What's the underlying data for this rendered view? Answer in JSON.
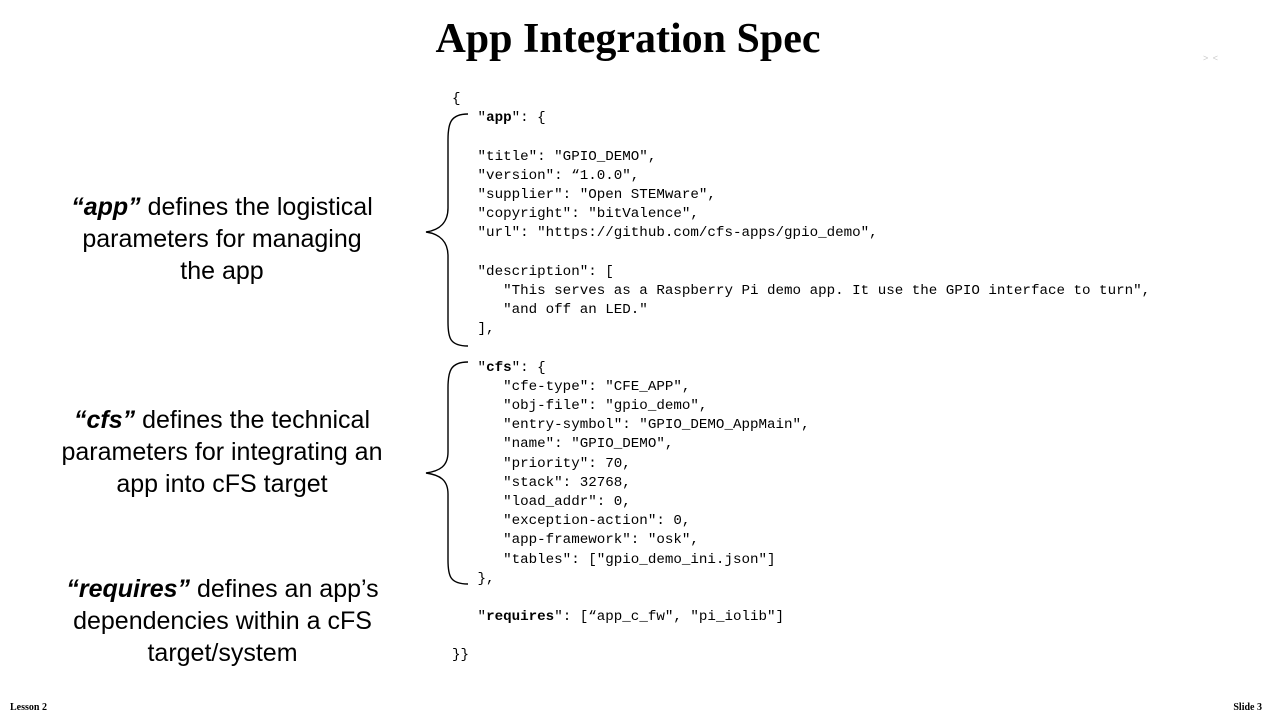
{
  "slide": {
    "title": "App Integration Spec",
    "corner_mark": "> <",
    "footer_left": "Lesson 2",
    "footer_right": "Slide 3"
  },
  "descriptions": {
    "app": {
      "keyword": "“app”",
      "text": " defines the logistical parameters for managing the app"
    },
    "cfs": {
      "keyword": "“cfs”",
      "text": " defines the technical parameters for integrating an app into  cFS target"
    },
    "requires": {
      "keyword": "“requires”",
      "text": " defines an app’s dependencies within a cFS target/system"
    }
  },
  "code_lines": [
    "{",
    "   \"app\": {",
    "",
    "   \"title\": \"GPIO_DEMO\",",
    "   \"version\": “1.0.0\",",
    "   \"supplier\": \"Open STEMware\",",
    "   \"copyright\": \"bitValence\",",
    "   \"url\": \"https://github.com/cfs-apps/gpio_demo\",",
    "",
    "   \"description\": [",
    "      \"This serves as a Raspberry Pi demo app. It use the GPIO interface to turn\",",
    "      \"and off an LED.\"",
    "   ],",
    "",
    "   \"cfs\": {",
    "      \"cfe-type\": \"CFE_APP\",",
    "      \"obj-file\": \"gpio_demo\",",
    "      \"entry-symbol\": \"GPIO_DEMO_AppMain\",",
    "      \"name\": \"GPIO_DEMO\",",
    "      \"priority\": 70,",
    "      \"stack\": 32768,",
    "      \"load_addr\": 0,",
    "      \"exception-action\": 0,",
    "      \"app-framework\": \"osk\",",
    "      \"tables\": [\"gpio_demo_ini.json\"]",
    "   },",
    "",
    "   \"requires\": [“app_c_fw\", \"pi_iolib\"]",
    "",
    "}}"
  ]
}
